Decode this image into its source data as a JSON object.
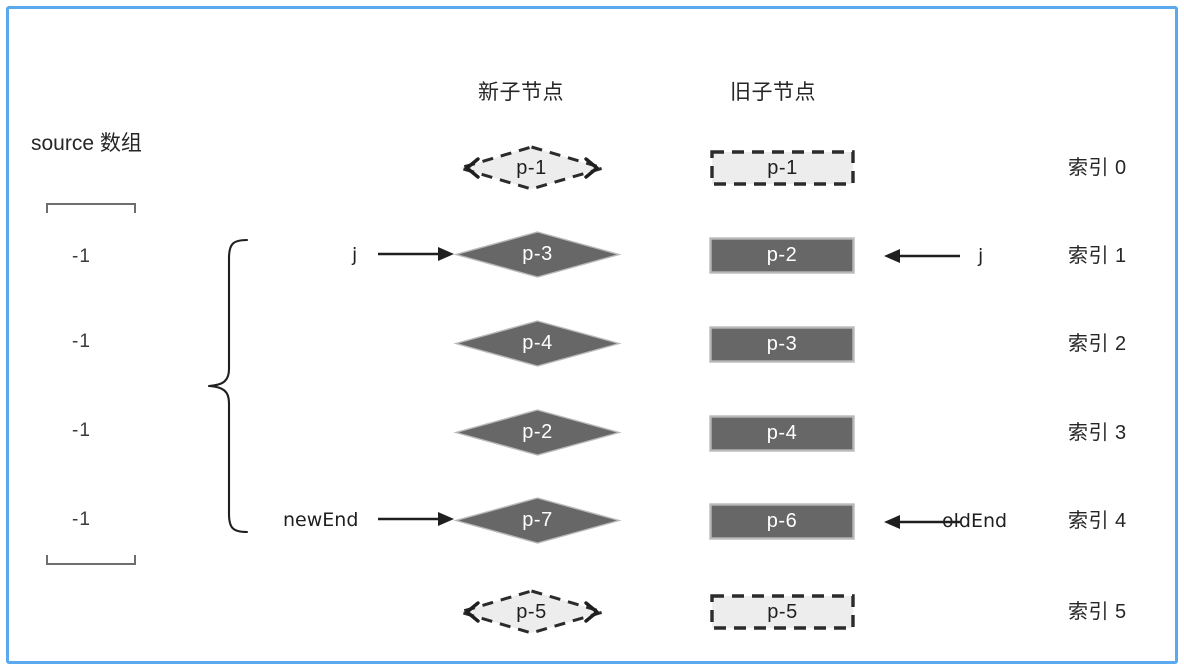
{
  "frame": {
    "border_color": "#5aa9ef",
    "background": "#ffffff"
  },
  "palette": {
    "solid_fill": "#676767",
    "solid_stroke": "#b9b9b9",
    "ghost_fill": "#ededed",
    "ghost_stroke": "#2b2b2b",
    "text_on_solid": "#ffffff",
    "text_on_ghost": "#1f1f1f",
    "line": "#1f1f1f",
    "bracket": "#6e6e6e"
  },
  "headers": {
    "new_children": "新子节点",
    "old_children": "旧子节点"
  },
  "source_array": {
    "label": "source 数组",
    "values": [
      "-1",
      "-1",
      "-1",
      "-1"
    ],
    "bracket_icon": "array-bracket"
  },
  "rows": [
    {
      "index_label": "索引 0",
      "new_node": {
        "text": "p-1",
        "shape": "diamond",
        "state": "ghost"
      },
      "old_node": {
        "text": "p-1",
        "shape": "rect",
        "state": "ghost"
      },
      "left_pointer": null,
      "right_pointer": null
    },
    {
      "index_label": "索引 1",
      "new_node": {
        "text": "p-3",
        "shape": "diamond",
        "state": "solid"
      },
      "old_node": {
        "text": "p-2",
        "shape": "rect",
        "state": "solid"
      },
      "left_pointer": "j",
      "right_pointer": "j"
    },
    {
      "index_label": "索引 2",
      "new_node": {
        "text": "p-4",
        "shape": "diamond",
        "state": "solid"
      },
      "old_node": {
        "text": "p-3",
        "shape": "rect",
        "state": "solid"
      },
      "left_pointer": null,
      "right_pointer": null
    },
    {
      "index_label": "索引 3",
      "new_node": {
        "text": "p-2",
        "shape": "diamond",
        "state": "solid"
      },
      "old_node": {
        "text": "p-4",
        "shape": "rect",
        "state": "solid"
      },
      "left_pointer": null,
      "right_pointer": null
    },
    {
      "index_label": "索引 4",
      "new_node": {
        "text": "p-7",
        "shape": "diamond",
        "state": "solid"
      },
      "old_node": {
        "text": "p-6",
        "shape": "rect",
        "state": "solid"
      },
      "left_pointer": "newEnd",
      "right_pointer": "oldEnd"
    },
    {
      "index_label": "索引 5",
      "new_node": {
        "text": "p-5",
        "shape": "diamond",
        "state": "ghost"
      },
      "old_node": {
        "text": "p-5",
        "shape": "rect",
        "state": "ghost"
      },
      "left_pointer": null,
      "right_pointer": null
    }
  ],
  "brace": {
    "icon": "curly-brace-icon",
    "spans_rows": "索引 1 - 索引 4"
  }
}
